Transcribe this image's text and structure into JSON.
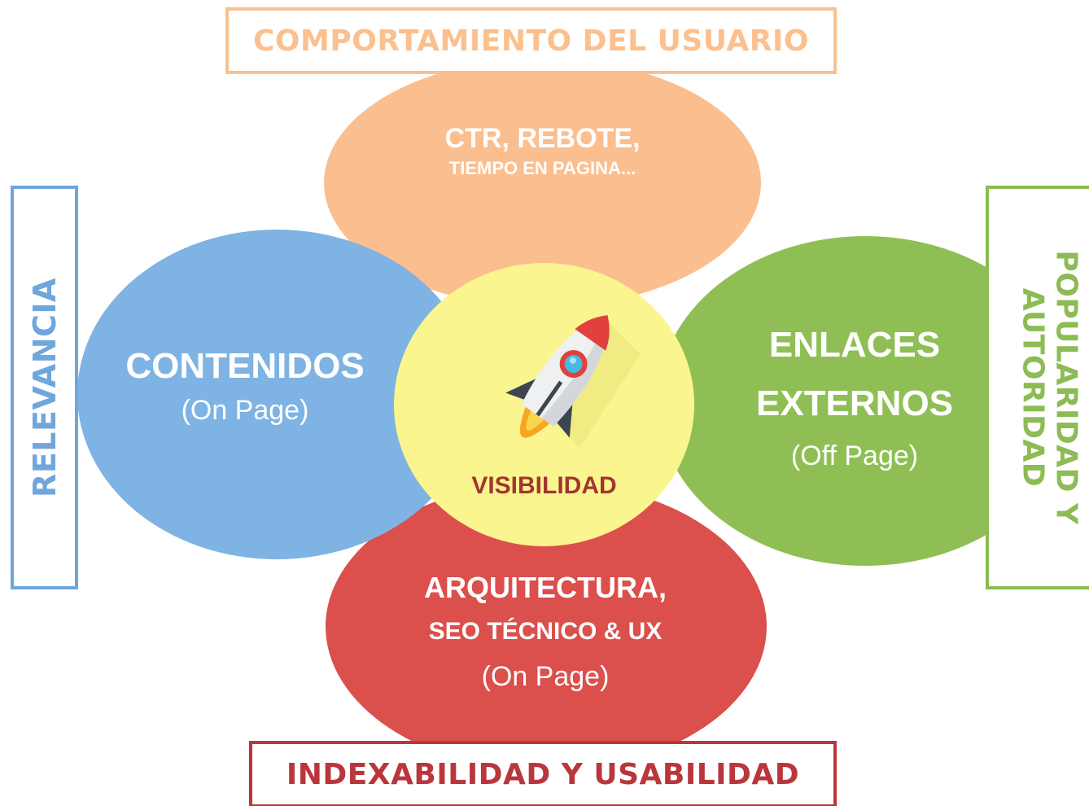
{
  "boxes": {
    "top": "COMPORTAMIENTO DEL USUARIO",
    "bottom": "INDEXABILIDAD Y USABILIDAD",
    "left": "RELEVANCIA",
    "right_line1": "POPULARIDAD Y",
    "right_line2": "AUTORIDAD"
  },
  "circles": {
    "top": {
      "line1": "CTR, REBOTE,",
      "line2": "TIEMPO EN PAGINA..."
    },
    "left": {
      "title": "CONTENIDOS",
      "sub": "(On Page)"
    },
    "right": {
      "title1": "ENLACES",
      "title2": "EXTERNOS",
      "sub": "(Off Page)"
    },
    "bottom": {
      "line1": "ARQUITECTURA,",
      "line2": "SEO TÉCNICO & UX",
      "sub": "(On Page)"
    },
    "center": {
      "label": "VISIBILIDAD",
      "icon": "rocket-icon"
    }
  },
  "colors": {
    "top": "#fbbe8f",
    "left": "#7eb3e3",
    "right": "#8fbf54",
    "bottom": "#db4f4c",
    "center": "#fbf58f",
    "center_text": "#a2352f"
  }
}
